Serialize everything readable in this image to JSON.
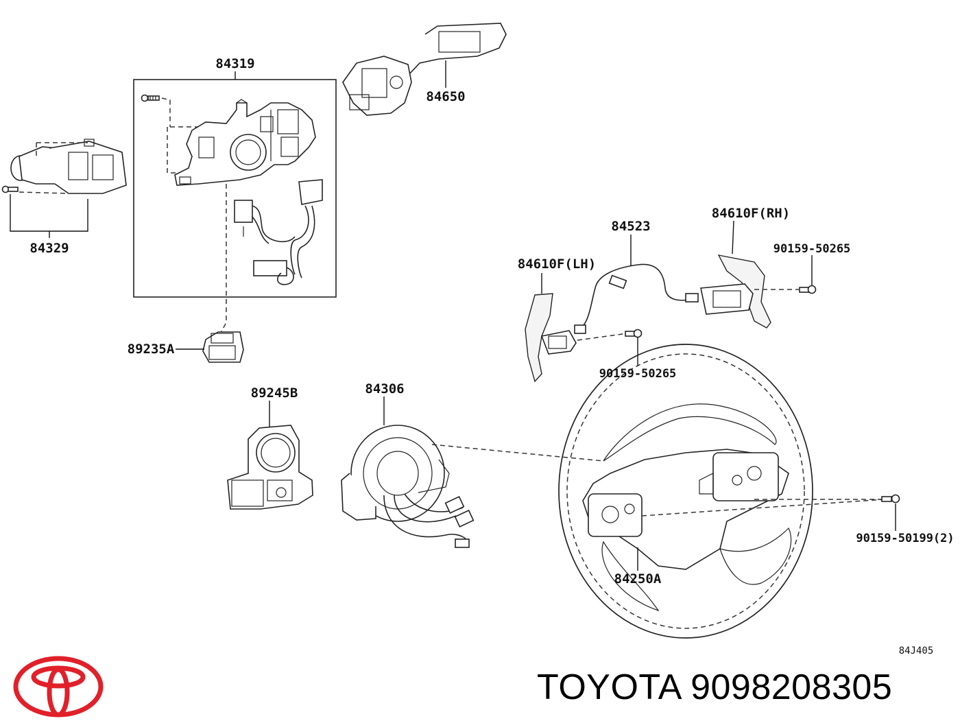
{
  "diagram": {
    "labels": {
      "p84319": "84319",
      "p84650": "84650",
      "p84329": "84329",
      "p89235A": "89235A",
      "p89245B": "89245B",
      "p84306": "84306",
      "p84523": "84523",
      "p84610F_RH": "84610F(RH)",
      "p84610F_LH": "84610F(LH)",
      "p90159_50265_right": "90159-50265",
      "p90159_50265_lower": "90159-50265",
      "p90159_50199": "90159-50199(2)",
      "p84250A": "84250A"
    },
    "ref_code": "84J405"
  },
  "footer": {
    "brand_text": "TOYOTA 9098208305",
    "logo_icon": "toyota-logo-icon",
    "logo_color": "#e1202a"
  }
}
